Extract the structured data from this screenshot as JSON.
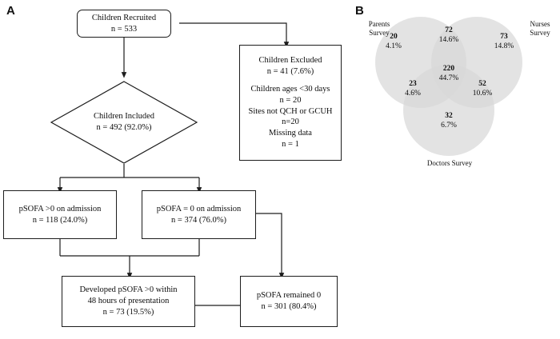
{
  "figure": {
    "panel_a_letter": "A",
    "panel_b_letter": "B"
  },
  "flowchart": {
    "nodes": {
      "recruited": {
        "line1": "Children Recruited",
        "line2": "n = 533"
      },
      "excluded": {
        "line1": "Children Excluded",
        "line2": "n = 41 (7.6%)",
        "line3": "Children ages <30 days",
        "line4": "n = 20",
        "line5": "Sites not QCH or GCUH",
        "line6": "n=20",
        "line7": "Missing data",
        "line8": "n = 1"
      },
      "included": {
        "line1": "Children Included",
        "line2": "n = 492 (92.0%)"
      },
      "psofa_pos": {
        "line1": "pSOFA >0 on admission",
        "line2": "n = 118 (24.0%)"
      },
      "psofa_zero": {
        "line1": "pSOFA = 0 on admission",
        "line2": "n = 374 (76.0%)"
      },
      "developed": {
        "line1": "Developed pSOFA >0 within",
        "line2": "48 hours of presentation",
        "line3": "n = 73 (19.5%)"
      },
      "remained": {
        "line1": "pSOFA remained 0",
        "line2": "n = 301 (80.4%)"
      }
    }
  },
  "chart_data": {
    "type": "venn",
    "title": "",
    "sets": [
      {
        "name": "Parents Survey",
        "position": "top-left"
      },
      {
        "name": "Nurses Survey",
        "position": "top-right"
      },
      {
        "name": "Doctors Survey",
        "position": "bottom"
      }
    ],
    "regions": [
      {
        "id": "parents-only",
        "sets": [
          "Parents Survey"
        ],
        "count": 20,
        "percent": "4.1%"
      },
      {
        "id": "parents-nurses",
        "sets": [
          "Parents Survey",
          "Nurses Survey"
        ],
        "count": 72,
        "percent": "14.6%"
      },
      {
        "id": "nurses-only",
        "sets": [
          "Nurses Survey"
        ],
        "count": 73,
        "percent": "14.8%"
      },
      {
        "id": "all-three",
        "sets": [
          "Parents Survey",
          "Nurses Survey",
          "Doctors Survey"
        ],
        "count": 220,
        "percent": "44.7%"
      },
      {
        "id": "parents-doctors",
        "sets": [
          "Parents Survey",
          "Doctors Survey"
        ],
        "count": 23,
        "percent": "4.6%"
      },
      {
        "id": "nurses-doctors",
        "sets": [
          "Nurses Survey",
          "Doctors Survey"
        ],
        "count": 52,
        "percent": "10.6%"
      },
      {
        "id": "doctors-only",
        "sets": [
          "Doctors Survey"
        ],
        "count": 32,
        "percent": "6.7%"
      }
    ],
    "colors": {
      "circle_fill": "#d9d9d9",
      "text": "#0b0b0b"
    }
  }
}
